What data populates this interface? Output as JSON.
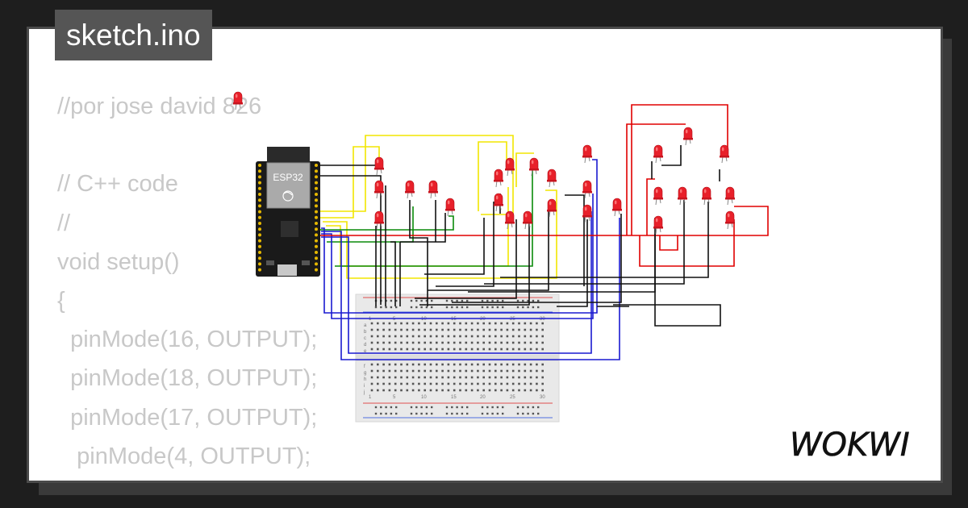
{
  "tab": {
    "filename": "sketch.ino"
  },
  "code": {
    "lines": [
      "//por jose david 826",
      "",
      "// C++ code",
      "//",
      "void setup()",
      "{",
      "  pinMode(16, OUTPUT);",
      "  pinMode(18, OUTPUT);",
      "  pinMode(17, OUTPUT);",
      "   pinMode(4, OUTPUT);",
      "}"
    ]
  },
  "board": {
    "label": "ESP32"
  },
  "breadboard": {
    "column_numbers": [
      "1",
      "5",
      "10",
      "15",
      "20",
      "25",
      "30"
    ],
    "row_letters_top": [
      "a",
      "b",
      "c",
      "d",
      "e"
    ],
    "row_letters_bottom": [
      "f",
      "g",
      "h",
      "i",
      "j"
    ]
  },
  "brand": {
    "name": "WOKWI"
  },
  "colors": {
    "led": "#e8202a",
    "wire_black": "#111111",
    "wire_yellow": "#f2e600",
    "wire_red": "#e00000",
    "wire_blue": "#1a1ad0",
    "wire_green": "#0a8a0a",
    "board": "#1a1a1a"
  }
}
